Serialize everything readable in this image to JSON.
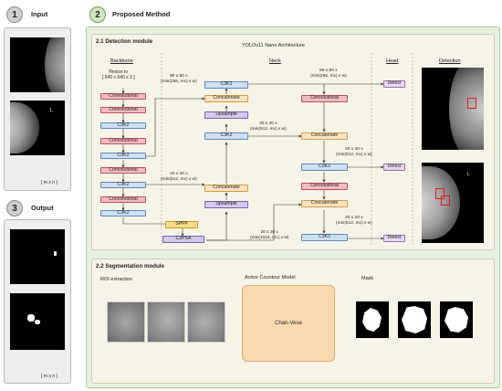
{
  "panel_input": {
    "number": "1",
    "title": "Input",
    "dims": "[ m x n ]"
  },
  "panel_output": {
    "number": "3",
    "title": "Output",
    "dims": "[ m x n ]"
  },
  "panel_method": {
    "number": "2",
    "title": "Proposed Method"
  },
  "detection": {
    "title": "2.1 Detection module",
    "arch_title": "YOLOv11 Nano Architecture",
    "col_backbone": "Backbone",
    "col_neck": "Neck",
    "col_head": "Head",
    "col_detection": "Detection",
    "resize": "Resize to\n[ 640 x 640 x 3 ]",
    "backbone": {
      "b1": "Convolutional",
      "b2": "Convolutional",
      "b3": "C3K2",
      "b4": "Convolutional",
      "b5": "C3K2",
      "b6": "Convolutional",
      "b7": "C3K2",
      "b8": "Convolutional",
      "b9": "C3K2"
    },
    "sppf": "SPPF",
    "c2psa": "C2PSA",
    "neck": {
      "n1": "C3K2",
      "n2": "Concatenate",
      "n3": "Upsample",
      "n4": "C3K2",
      "n5": "Concatenate",
      "n6": "Upsample",
      "r1": "Convolutional",
      "r2": "Concatenate",
      "r3": "C3K2",
      "r4": "Convolutional",
      "r5": "Concatenate",
      "r6": "C3K2"
    },
    "detect": {
      "d1": "Detect",
      "d2": "Detect",
      "d3": "Detect"
    },
    "notes": {
      "a": "80 x 80 x\n(min(256, mc) x w)",
      "b": "80 x 80 x\n(min(256, mc) x w)",
      "c": "40 x 40 x\n(min(512, mc) x w)",
      "d": "40 x 40 x\n(min(512, mc) x w)",
      "e": "40 x 40 x\n(min(512, mc) x w)",
      "f": "20 x 20 x\n(min(512, mc) x w)",
      "g": "20 x 20 x\n(min(1024, mc) x w)"
    }
  },
  "segmentation": {
    "title": "2.2 Segmentation module",
    "roi": "ROI extraction",
    "acm": "Active Countour Model",
    "chan_vese": "Chan-Vese",
    "mask": "Mask"
  }
}
